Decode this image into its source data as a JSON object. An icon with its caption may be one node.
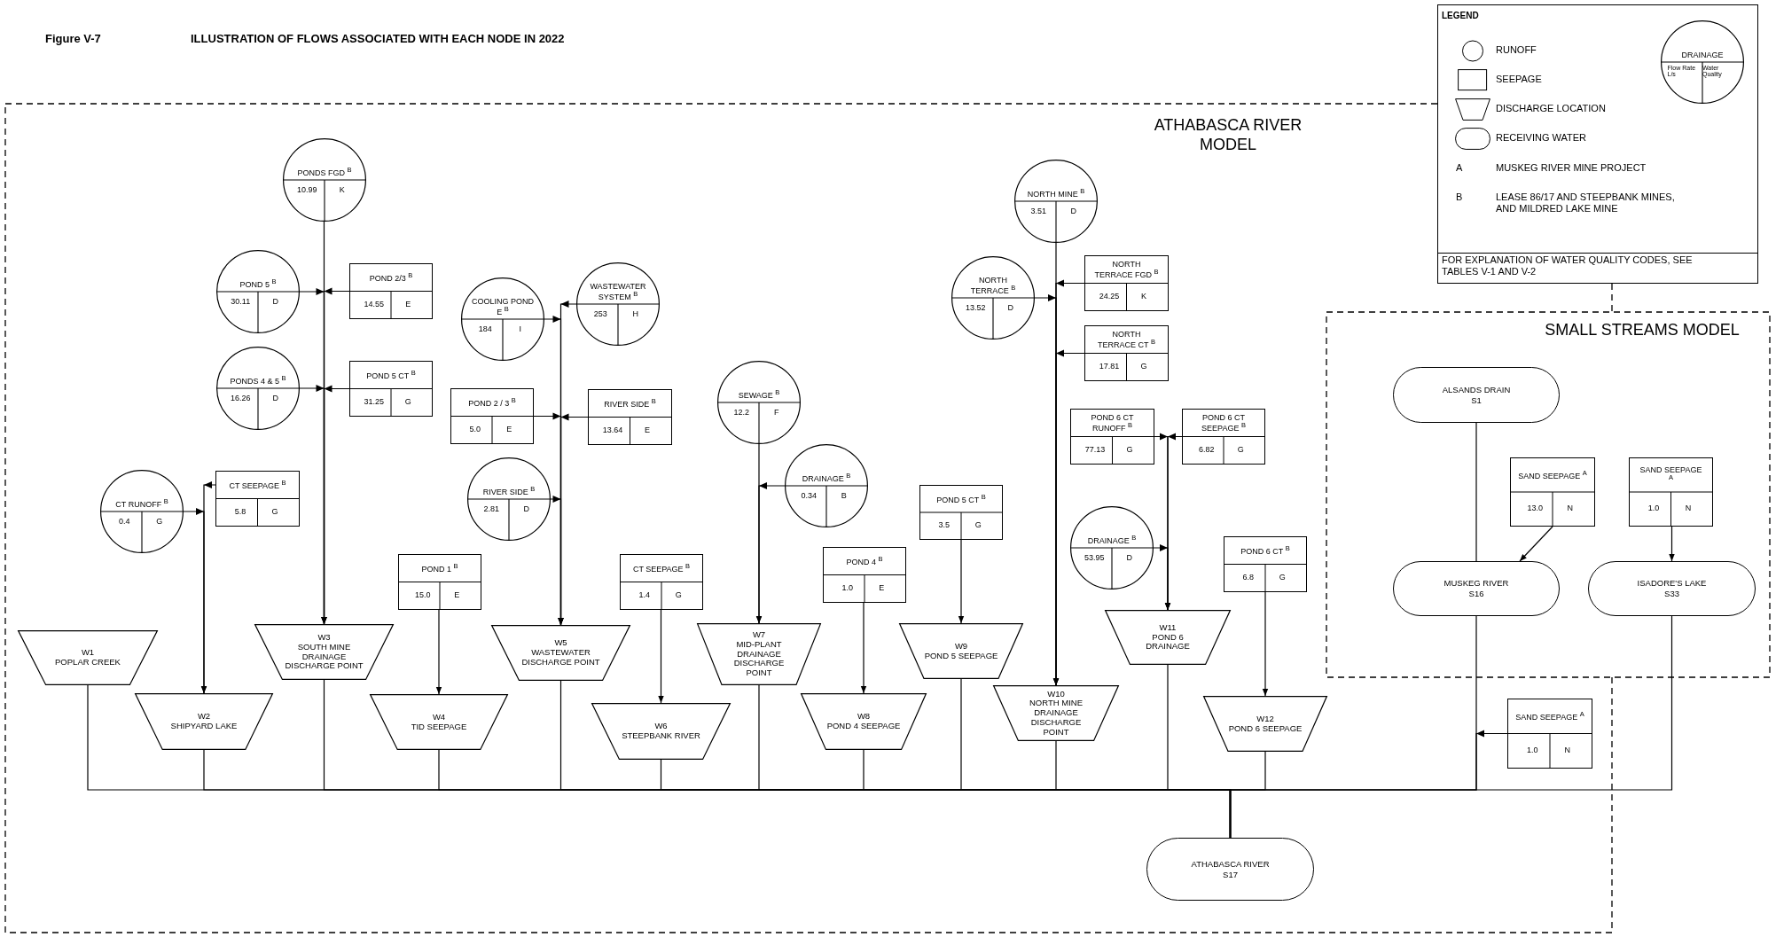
{
  "diagram": {
    "title": "ILLUSTRATION OF FLOWS ASSOCIATED WITH EACH NODE IN 2022",
    "nodes": [
      {
        "text": [
          "ATHABASCA RIVER MODEL"
        ]
      },
      {
        "text": [
          "PONDS FGD $^{B}$",
          "10.99",
          "K"
        ],
        "in": 0
      },
      {
        "text": [
          "POND 5 $^{B}$",
          "30.11",
          "D"
        ],
        "in": 0
      },
      {
        "text": [
          "POND 2/3 $^{B}$",
          "14.55",
          "E"
        ],
        "in": 0
      },
      {
        "text": [
          "PONDS 4 & 5 $^{B}$",
          "16.26",
          "D"
        ],
        "in": 0
      },
      {
        "text": [
          "POND 5 CT $^{B}$",
          "31.25",
          "G"
        ],
        "in": 0
      },
      {
        "text": [
          "CT RUNOFF $^{B}$",
          "0.4",
          "G"
        ],
        "in": 0
      },
      {
        "text": [
          "CT SEEPAGE $^{B}$",
          "5.8",
          "G"
        ],
        "in": 0
      },
      {
        "text": [
          "COOLING POND E $^{B}$",
          "184",
          "I"
        ],
        "in": 0
      },
      {
        "text": [
          "WASTEWATER SYSTEM $^{B}$",
          "253",
          "H"
        ],
        "in": 0
      },
      {
        "text": [
          "POND 2 / 3 $^{B}$",
          "5.0",
          "E"
        ],
        "in": 0
      },
      {
        "text": [
          "RIVER SIDE $^{B}$",
          "13.64",
          "E"
        ],
        "in": 0
      },
      {
        "text": [
          "RIVER SIDE $^{B}$",
          "2.81",
          "D"
        ],
        "in": 0
      },
      {
        "text": [
          "SEWAGE $^{B}$",
          "12.2",
          "F"
        ],
        "in": 0
      },
      {
        "text": [
          "DRAINAGE $^{B}$",
          "0.34",
          "B"
        ],
        "in": 0
      },
      {
        "text": [
          "NORTH MINE $^{B}$",
          "3.51",
          "D"
        ],
        "in": 0
      },
      {
        "text": [
          "NORTH TERRACE $^{B}$",
          "13.52",
          "D"
        ],
        "in": 0
      },
      {
        "text": [
          "NORTH TERRACE FGD $^{B}$",
          "24.25",
          "K"
        ],
        "in": 0
      },
      {
        "text": [
          "NORTH TERRACE CT $^{B}$",
          "17.81",
          "G"
        ],
        "in": 0
      },
      {
        "text": [
          "POND 6 CT RUNOFF $^{B}$",
          "77.13",
          "G"
        ],
        "in": 0
      },
      {
        "text": [
          "POND 6 CT SEEPAGE $^{B}$",
          "6.82",
          "G"
        ],
        "in": 0
      },
      {
        "text": [
          "POND 5 CT $^{B}$",
          "3.5",
          "G"
        ],
        "in": 0
      },
      {
        "text": [
          "DRAINAGE $^{B}$",
          "53.95",
          "D"
        ],
        "in": 0
      },
      {
        "text": [
          "POND 1 $^{B}$",
          "15.0",
          "E"
        ],
        "in": 0
      },
      {
        "text": [
          "CT SEEPAGE $^{B}$",
          "1.4",
          "G"
        ],
        "in": 0
      },
      {
        "text": [
          "POND 4 $^{B}$",
          "1.0",
          "E"
        ],
        "in": 0
      },
      {
        "text": [
          "POND 6 CT $^{B}$",
          "6.8",
          "G"
        ],
        "in": 0
      },
      {
        "text": [
          "W1",
          "POPLAR CREEK"
        ],
        "in": 0
      },
      {
        "text": [
          "W2",
          "SHIPYARD LAKE"
        ],
        "in": 0
      },
      {
        "text": [
          "W3",
          "SOUTH MINE DRAINAGE DISCHARGE POINT"
        ],
        "in": 0
      },
      {
        "text": [
          "W4",
          "TID SEEPAGE"
        ],
        "in": 0
      },
      {
        "text": [
          "W5",
          "WASTEWATER DISCHARGE POINT"
        ],
        "in": 0
      },
      {
        "text": [
          "W6",
          "STEEPBANK RIVER"
        ],
        "in": 0
      },
      {
        "text": [
          "W7",
          "MID-PLANT DRAINAGE DISCHARGE POINT"
        ],
        "in": 0
      },
      {
        "text": [
          "W8",
          "POND 4 SEEPAGE"
        ],
        "in": 0
      },
      {
        "text": [
          "W9",
          "POND 5 SEEPAGE"
        ],
        "in": 0
      },
      {
        "text": [
          "W10",
          "NORTH MINE DRAINAGE DISCHARGE POINT"
        ],
        "in": 0
      },
      {
        "text": [
          "W11",
          "POND 6 DRAINAGE"
        ],
        "in": 0
      },
      {
        "text": [
          "W12",
          "POND 6 SEEPAGE"
        ],
        "in": 0
      },
      {
        "text": [
          "SAND SEEPAGE $^{A}$",
          "1.0",
          "N"
        ],
        "in": 0
      },
      {
        "text": [
          "ATHABASCA RIVER",
          "S17"
        ],
        "in": 0
      },
      {
        "text": [
          "SMALL STREAMS MODEL"
        ]
      },
      {
        "text": [
          "ALSANDS DRAIN",
          "S1"
        ]
      },
      {
        "text": [
          "SAND SEEPAGE $^{A}$",
          "13.0",
          "N"
        ]
      },
      {
        "text": [
          "SAND SEEPAGE $^{A}$",
          "1.0",
          "N"
        ],
        "in": 41
      },
      {
        "text": [
          "MUSKEG RIVER",
          "S16"
        ]
      },
      {
        "text": [
          "ISADORE'S LAKE",
          "S33"
        ],
        "in": 41
      },
      {
        "text": [
          "DRAINAGE",
          "Flow Rate L/s",
          "Water Quality"
        ]
      }
    ],
    "edges": [
      {
        "from": 1,
        "to": 29,
        "arrow": "to"
      },
      {
        "from": 2,
        "to": 29,
        "arrow": "to"
      },
      {
        "from": 3,
        "to": 29,
        "arrow": "to"
      },
      {
        "from": 4,
        "to": 29,
        "arrow": "to"
      },
      {
        "from": 5,
        "to": 29,
        "arrow": "to"
      },
      {
        "from": 6,
        "to": 28,
        "arrow": "to"
      },
      {
        "from": 7,
        "to": 28,
        "arrow": "to"
      },
      {
        "from": 8,
        "to": 31,
        "arrow": "to"
      },
      {
        "from": 9,
        "to": 31,
        "arrow": "to"
      },
      {
        "from": 10,
        "to": 31,
        "arrow": "to"
      },
      {
        "from": 11,
        "to": 31,
        "arrow": "to"
      },
      {
        "from": 12,
        "to": 31,
        "arrow": "to"
      },
      {
        "from": 13,
        "to": 33,
        "arrow": "to"
      },
      {
        "from": 14,
        "to": 33,
        "arrow": "to"
      },
      {
        "from": 15,
        "to": 36,
        "arrow": "to"
      },
      {
        "from": 16,
        "to": 36,
        "arrow": "to"
      },
      {
        "from": 17,
        "to": 36,
        "arrow": "to"
      },
      {
        "from": 18,
        "to": 36,
        "arrow": "to"
      },
      {
        "from": 19,
        "to": 37,
        "arrow": "to"
      },
      {
        "from": 20,
        "to": 37,
        "arrow": "to"
      },
      {
        "from": 22,
        "to": 37,
        "arrow": "to"
      },
      {
        "from": 21,
        "to": 35,
        "arrow": "to"
      },
      {
        "from": 23,
        "to": 30,
        "arrow": "to"
      },
      {
        "from": 24,
        "to": 32,
        "arrow": "to"
      },
      {
        "from": 25,
        "to": 34,
        "arrow": "to"
      },
      {
        "from": 26,
        "to": 38,
        "arrow": "to"
      },
      {
        "from": 27,
        "to": 40,
        "arrow": "none"
      },
      {
        "from": 28,
        "to": 40,
        "arrow": "none"
      },
      {
        "from": 29,
        "to": 40,
        "arrow": "none"
      },
      {
        "from": 30,
        "to": 40,
        "arrow": "none"
      },
      {
        "from": 31,
        "to": 40,
        "arrow": "none"
      },
      {
        "from": 32,
        "to": 40,
        "arrow": "none"
      },
      {
        "from": 33,
        "to": 40,
        "arrow": "none"
      },
      {
        "from": 34,
        "to": 40,
        "arrow": "none"
      },
      {
        "from": 35,
        "to": 40,
        "arrow": "none"
      },
      {
        "from": 36,
        "to": 40,
        "arrow": "none"
      },
      {
        "from": 37,
        "to": 40,
        "arrow": "none"
      },
      {
        "from": 38,
        "to": 40,
        "arrow": "none"
      },
      {
        "from": 39,
        "to": 40,
        "arrow": "to"
      },
      {
        "from": 42,
        "to": 45,
        "arrow": "none"
      },
      {
        "from": 43,
        "to": 45,
        "arrow": "to"
      },
      {
        "from": 44,
        "to": 46,
        "arrow": "to"
      },
      {
        "from": 45,
        "to": 40,
        "arrow": "none"
      },
      {
        "from": 46,
        "to": 40,
        "arrow": "none"
      }
    ],
    "labels": [
      "Figure V-7",
      "LEGEND",
      "A",
      "MUSKEG RIVER MINE PROJECT",
      "B",
      "LEASE 86/17 AND STEEPBANK MINES, AND MILDRED LAKE MINE",
      "FOR EXPLANATION OF WATER QUALITY CODES, SEE TABLES V-1 AND V-2"
    ],
    "legend": [
      {
        "text": "RUNOFF"
      },
      {
        "text": "SEEPAGE"
      },
      {
        "text": "DISCHARGE LOCATION"
      },
      {
        "text": "RECEIVING WATER"
      }
    ]
  }
}
